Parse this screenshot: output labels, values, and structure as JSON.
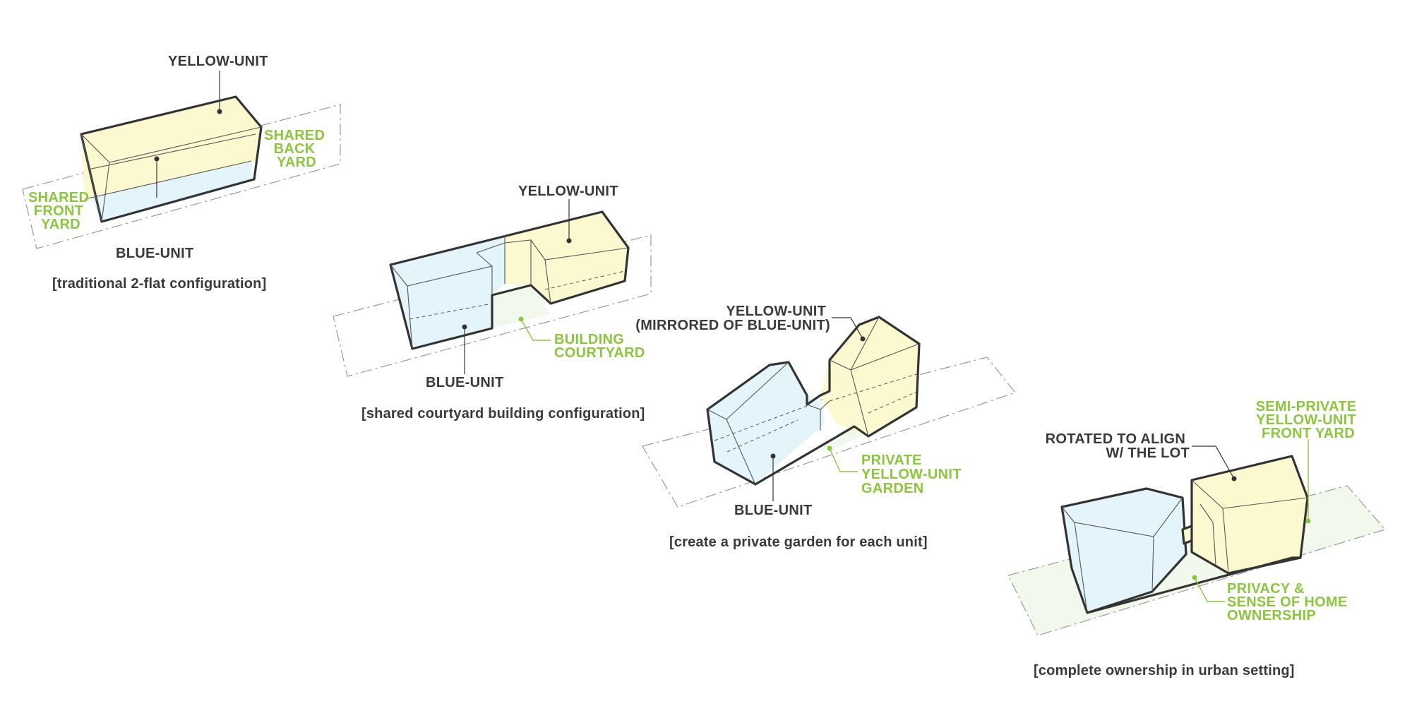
{
  "panels": [
    {
      "caption": "[traditional 2-flat configuration]",
      "labels": {
        "yellow_unit": "YELLOW-UNIT",
        "blue_unit": "BLUE-UNIT",
        "back_yard": [
          "SHARED",
          "BACK",
          "YARD"
        ],
        "front_yard": [
          "SHARED",
          "FRONT",
          "YARD"
        ]
      }
    },
    {
      "caption": "[shared courtyard building configuration]",
      "labels": {
        "yellow_unit": "YELLOW-UNIT",
        "blue_unit": "BLUE-UNIT",
        "courtyard": [
          "BUILDING",
          "COURTYARD"
        ]
      }
    },
    {
      "caption": "[create a private garden for each unit]",
      "labels": {
        "yellow_unit": [
          "YELLOW-UNIT",
          "(MIRRORED OF BLUE-UNIT)"
        ],
        "blue_unit": "BLUE-UNIT",
        "garden": [
          "PRIVATE",
          "YELLOW-UNIT",
          "GARDEN"
        ]
      }
    },
    {
      "caption": "[complete ownership in urban setting]",
      "labels": {
        "rotated": [
          "ROTATED TO ALIGN",
          "W/ THE LOT"
        ],
        "front_yard": [
          "SEMI-PRIVATE",
          "YELLOW-UNIT",
          "FRONT YARD"
        ],
        "privacy": [
          "PRIVACY &",
          "SENSE OF HOME",
          "OWNERSHIP"
        ]
      }
    }
  ],
  "colors": {
    "yellow_unit": "#fcf8cf",
    "blue_unit": "#e3f4fb",
    "yard_green": "#8cc63f",
    "outline": "#333333"
  }
}
